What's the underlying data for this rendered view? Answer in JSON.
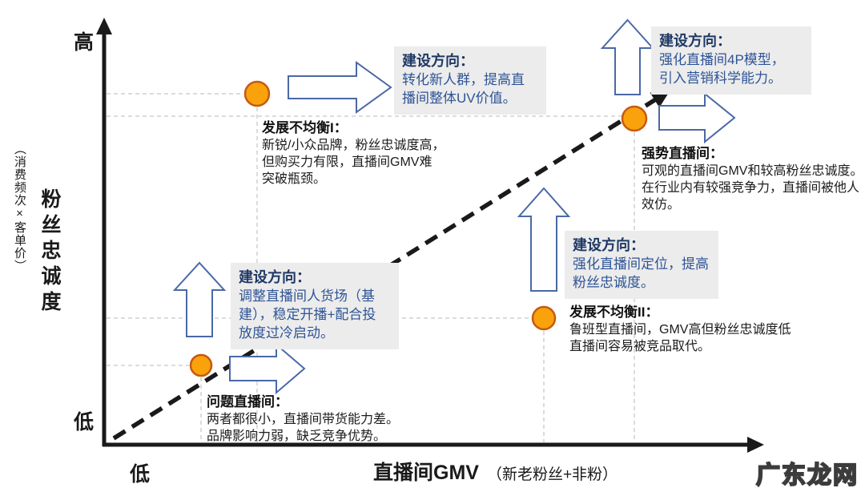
{
  "colors": {
    "ink": "#1a1a1a",
    "navy": "#1f3864",
    "blue": "#2e5496",
    "arrow": "#4a69a5",
    "dot-fill": "#f9a20b",
    "dot-stroke": "#c55a11",
    "box-bg": "#ececec",
    "grid": "#c8c8c8"
  },
  "axes": {
    "y_high": "高",
    "y_low": "低",
    "y_label": "粉丝忠诚度",
    "y_sublabel": "（消费频次×客单价）",
    "x_low": "低",
    "x_label": "直播间GMV",
    "x_sublabel": "（新老粉丝+非粉）"
  },
  "boxes": {
    "top": {
      "title": "建设方向：",
      "line1": "转化新人群，提高直",
      "line2": "播间整体UV价值。"
    },
    "top_right": {
      "title": "建设方向：",
      "line1": "强化直播间4P模型，",
      "line2": "引入营销科学能力。"
    },
    "mid_right": {
      "title": "建设方向：",
      "line1": "强化直播间定位，提高",
      "line2": "粉丝忠诚度。"
    },
    "bottom_left": {
      "title": "建设方向：",
      "line1": "调整直播间人货场（基",
      "line2": "建），稳定开播+配合投",
      "line3": "放度过冷启动。"
    }
  },
  "notes": {
    "imbalance1": {
      "title": "发展不均衡I：",
      "line1": "新锐/小众品牌，粉丝忠诚度高，",
      "line2": "但购买力有限，直播间GMV难",
      "line3": "突破瓶颈。"
    },
    "strong_room": {
      "title": "强势直播间：",
      "line1": "可观的直播间GMV和较高粉丝忠诚度。",
      "line2": "在行业内有较强竞争力，直播间被他人",
      "line3": "效仿。"
    },
    "imbalance2": {
      "title": "发展不均衡II：",
      "line1": "鲁班型直播间，GMV高但粉丝忠诚度低",
      "line2": "直播间容易被竞品取代。"
    },
    "problem_room": {
      "title": "问题直播间：",
      "line1": "两者都很小，直播间带货能力差。",
      "line2": "品牌影响力弱，缺乏竞争优势。"
    }
  },
  "watermark": "广东龙网"
}
